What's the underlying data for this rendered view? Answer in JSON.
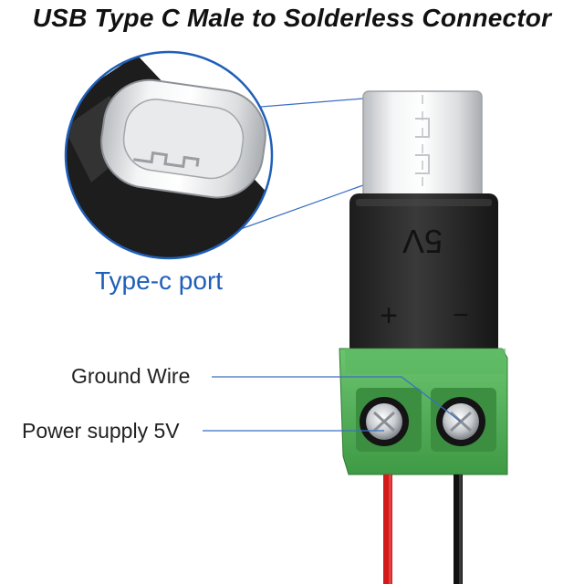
{
  "title": "USB Type C Male to Solderless Connector",
  "callout": {
    "port_label": "Type-c port"
  },
  "connector": {
    "voltage_marking": "5V",
    "plus_marking": "+",
    "minus_marking": "−"
  },
  "wires": {
    "ground_label": "Ground Wire",
    "power_label": "Power supply 5V"
  },
  "colors": {
    "terminal_block": "#4caf50",
    "callout_ring": "#1f5fb8",
    "red_wire": "#d21a1a",
    "black_wire": "#111111"
  }
}
